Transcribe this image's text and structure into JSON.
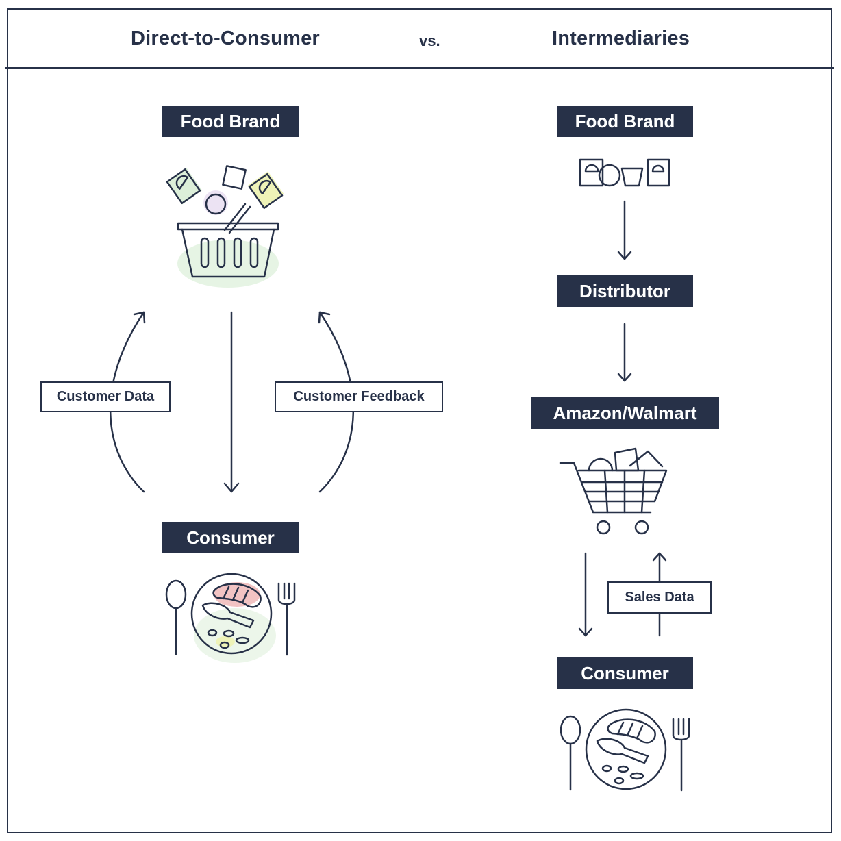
{
  "header": {
    "left_title": "Direct-to-Consumer",
    "vs": "vs.",
    "right_title": "Intermediaries"
  },
  "dtc": {
    "food_brand": "Food Brand",
    "consumer": "Consumer",
    "customer_data": "Customer Data",
    "customer_feedback": "Customer Feedback",
    "icons": [
      "grocery-basket-icon",
      "plate-meal-icon"
    ]
  },
  "intermediaries": {
    "food_brand": "Food Brand",
    "distributor": "Distributor",
    "retailer": "Amazon/Walmart",
    "sales_data": "Sales Data",
    "consumer": "Consumer",
    "icons": [
      "packaged-goods-icon",
      "shopping-cart-icon",
      "plate-meal-icon"
    ]
  },
  "colors": {
    "navy": "#273148",
    "accent_green": "#dcefd9",
    "accent_lime": "#eef3b8",
    "accent_lilac": "#ece3f3",
    "accent_red": "#f2c3c3"
  }
}
